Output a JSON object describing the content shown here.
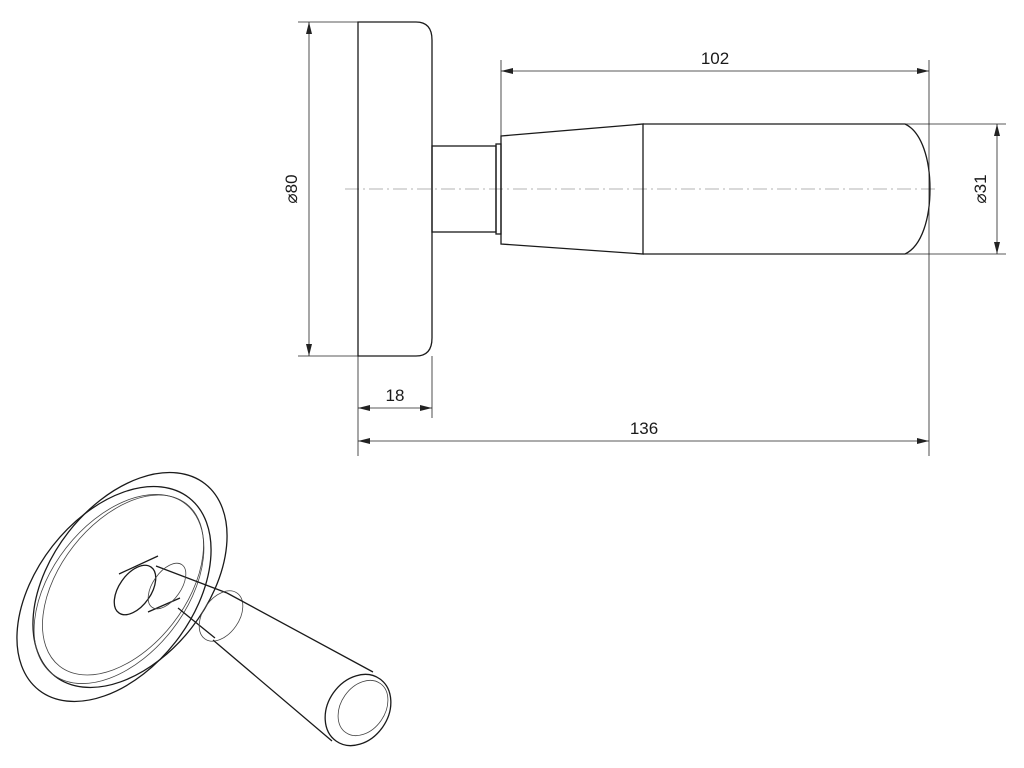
{
  "dimensions": {
    "top_length": "102",
    "diameter_rose": "⌀80",
    "diameter_grip": "⌀31",
    "rose_thickness": "18",
    "overall_length": "136"
  }
}
